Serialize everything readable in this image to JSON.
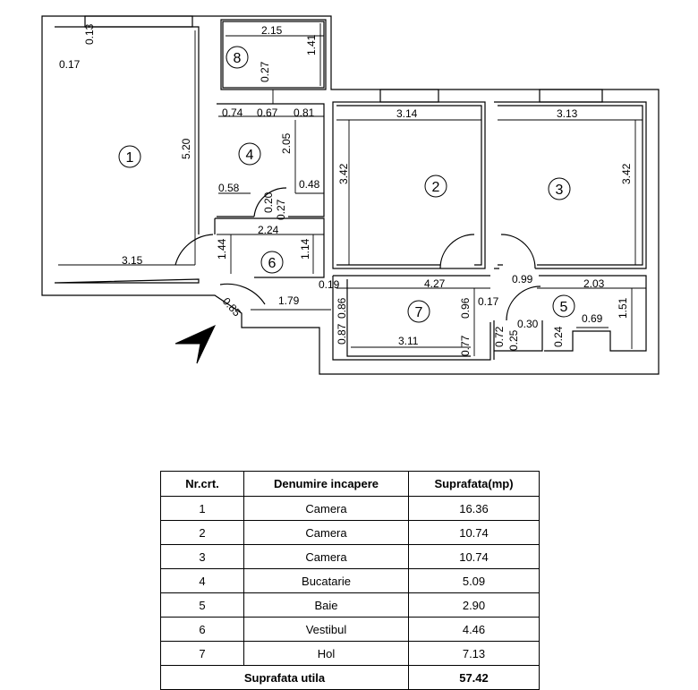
{
  "plan": {
    "rooms": [
      {
        "id": "room-1",
        "number": "1"
      },
      {
        "id": "room-2",
        "number": "2"
      },
      {
        "id": "room-3",
        "number": "3"
      },
      {
        "id": "room-4",
        "number": "4"
      },
      {
        "id": "room-5",
        "number": "5"
      },
      {
        "id": "room-6",
        "number": "6"
      },
      {
        "id": "room-7",
        "number": "7"
      },
      {
        "id": "room-8",
        "number": "8"
      }
    ],
    "dimensions": [
      "0.17",
      "0.13",
      "5.20",
      "3.15",
      "2.15",
      "1.41",
      "0.27",
      "0.74",
      "0.67",
      "0.81",
      "2.05",
      "0.58",
      "0.48",
      "0.20",
      "0.27",
      "2.24",
      "1.44",
      "1.14",
      "0.19",
      "0.86",
      "0.85",
      "1.79",
      "3.14",
      "3.42",
      "3.13",
      "3.42",
      "4.27",
      "0.96",
      "0.17",
      "0.87",
      "3.11",
      "0.77",
      "0.99",
      "2.03",
      "0.30",
      "0.72",
      "0.25",
      "0.24",
      "0.69",
      "1.51"
    ],
    "north_icon": "north-arrow-icon"
  },
  "table": {
    "headers": [
      "Nr.crt.",
      "Denumire incapere",
      "Suprafata(mp)"
    ],
    "rows": [
      [
        "1",
        "Camera",
        "16.36"
      ],
      [
        "2",
        "Camera",
        "10.74"
      ],
      [
        "3",
        "Camera",
        "10.74"
      ],
      [
        "4",
        "Bucatarie",
        "5.09"
      ],
      [
        "5",
        "Baie",
        "2.90"
      ],
      [
        "6",
        "Vestibul",
        "4.46"
      ],
      [
        "7",
        "Hol",
        "7.13"
      ]
    ],
    "total": [
      "Suprafata utila",
      "57.42"
    ]
  }
}
